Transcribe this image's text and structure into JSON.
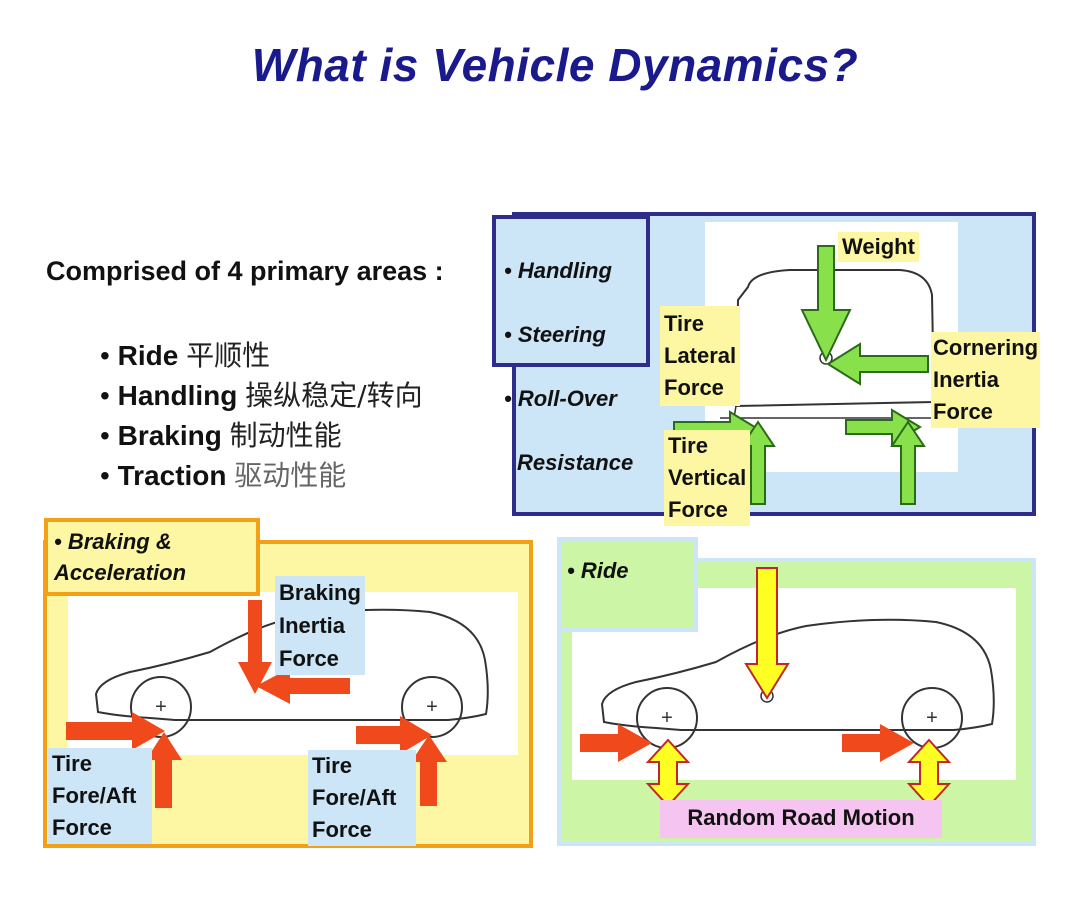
{
  "title": "What is Vehicle Dynamics?",
  "intro": "Comprised of 4 primary areas :",
  "areas": [
    {
      "en": "Ride",
      "zh": "平顺性"
    },
    {
      "en": "Handling",
      "zh": "操纵稳定/转向"
    },
    {
      "en": "Braking",
      "zh": "制动性能"
    },
    {
      "en": "Traction",
      "zh": "驱动性能"
    }
  ],
  "handling_panel": {
    "tags": [
      "• Handling",
      "• Steering",
      "• Roll-Over",
      "Resistance"
    ],
    "labels": {
      "weight": "Weight",
      "tire_lateral": "Tire\nLateral\nForce",
      "cornering": "Cornering\nInertia\nForce",
      "tire_vertical": "Tire\nVertical\nForce"
    }
  },
  "braking_panel": {
    "tag": "• Braking &\nAcceleration",
    "labels": {
      "braking_inertia": "Braking\nInertia\nForce",
      "tire_fore_aft_left": "Tire\nFore/Aft\nForce",
      "tire_fore_aft_right": "Tire\nFore/Aft\nForce"
    }
  },
  "ride_panel": {
    "tag": "• Ride",
    "labels": {
      "random_road": "Random Road Motion"
    }
  },
  "colors": {
    "title_blue": "#1a1a8c",
    "navy_border": "#2e2e8a",
    "light_blue": "#cce5f7",
    "light_yellow": "#fdf7a4",
    "orange": "#f3a019",
    "light_green": "#ccf5a6",
    "green_arrow": "#88e04a",
    "red_arrow": "#f04a1c",
    "yellow_arrow": "#ffff24",
    "pink": "#f6c4f0"
  }
}
